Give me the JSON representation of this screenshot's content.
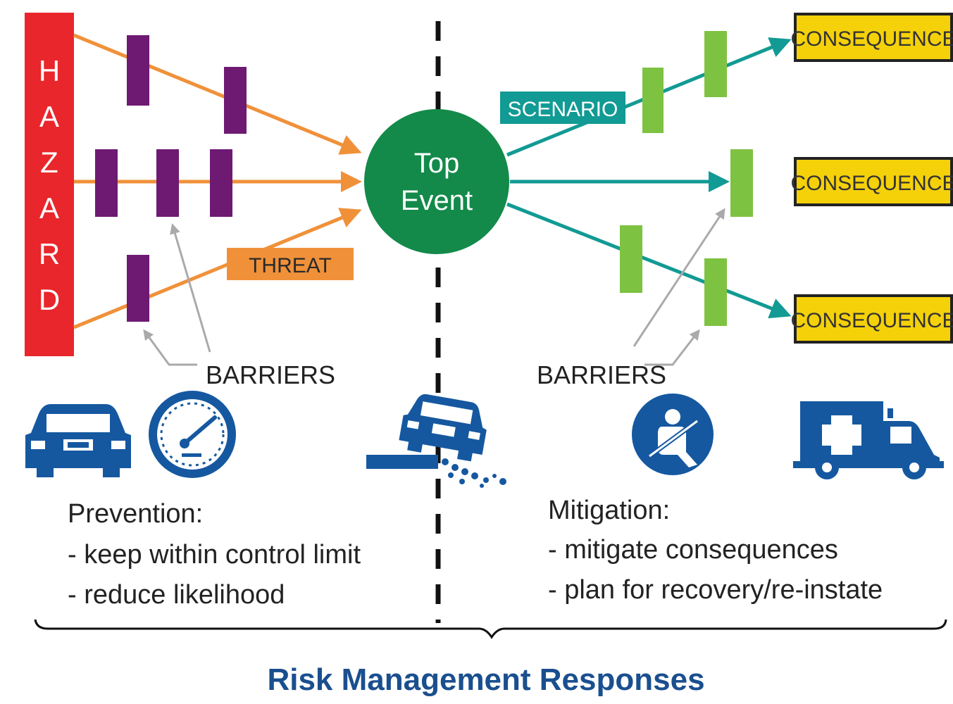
{
  "hazard": {
    "label": "HAZARD",
    "letters": [
      "H",
      "A",
      "Z",
      "A",
      "R",
      "D"
    ]
  },
  "top_event": {
    "line1": "Top",
    "line2": "Event"
  },
  "threat": {
    "label": "THREAT"
  },
  "scenario": {
    "label": "SCENARIO"
  },
  "consequences": [
    "CONSEQUENCE",
    "CONSEQUENCE",
    "CONSEQUENCE"
  ],
  "barriers": {
    "left": "BARRIERS",
    "right": "BARRIERS"
  },
  "prevention": {
    "heading": "Prevention:",
    "items": [
      "- keep within control limit",
      "- reduce likelihood"
    ]
  },
  "mitigation": {
    "heading": "Mitigation:",
    "items": [
      "- mitigate consequences",
      "- plan for recovery/re-instate"
    ]
  },
  "title": "Risk Management Responses",
  "icons": [
    "car-icon",
    "speedometer-icon",
    "car-off-road-icon",
    "seatbelt-icon",
    "ambulance-icon"
  ],
  "colors": {
    "hazard": "#e8262b",
    "threat_line": "#f0913a",
    "prevention_barrier": "#6e1a72",
    "top_event": "#138a4a",
    "scenario_line": "#129a94",
    "mitigation_barrier": "#7ec242",
    "consequence_fill": "#f5d10a",
    "icon_blue": "#1558a0",
    "title": "#1a4f8f"
  }
}
